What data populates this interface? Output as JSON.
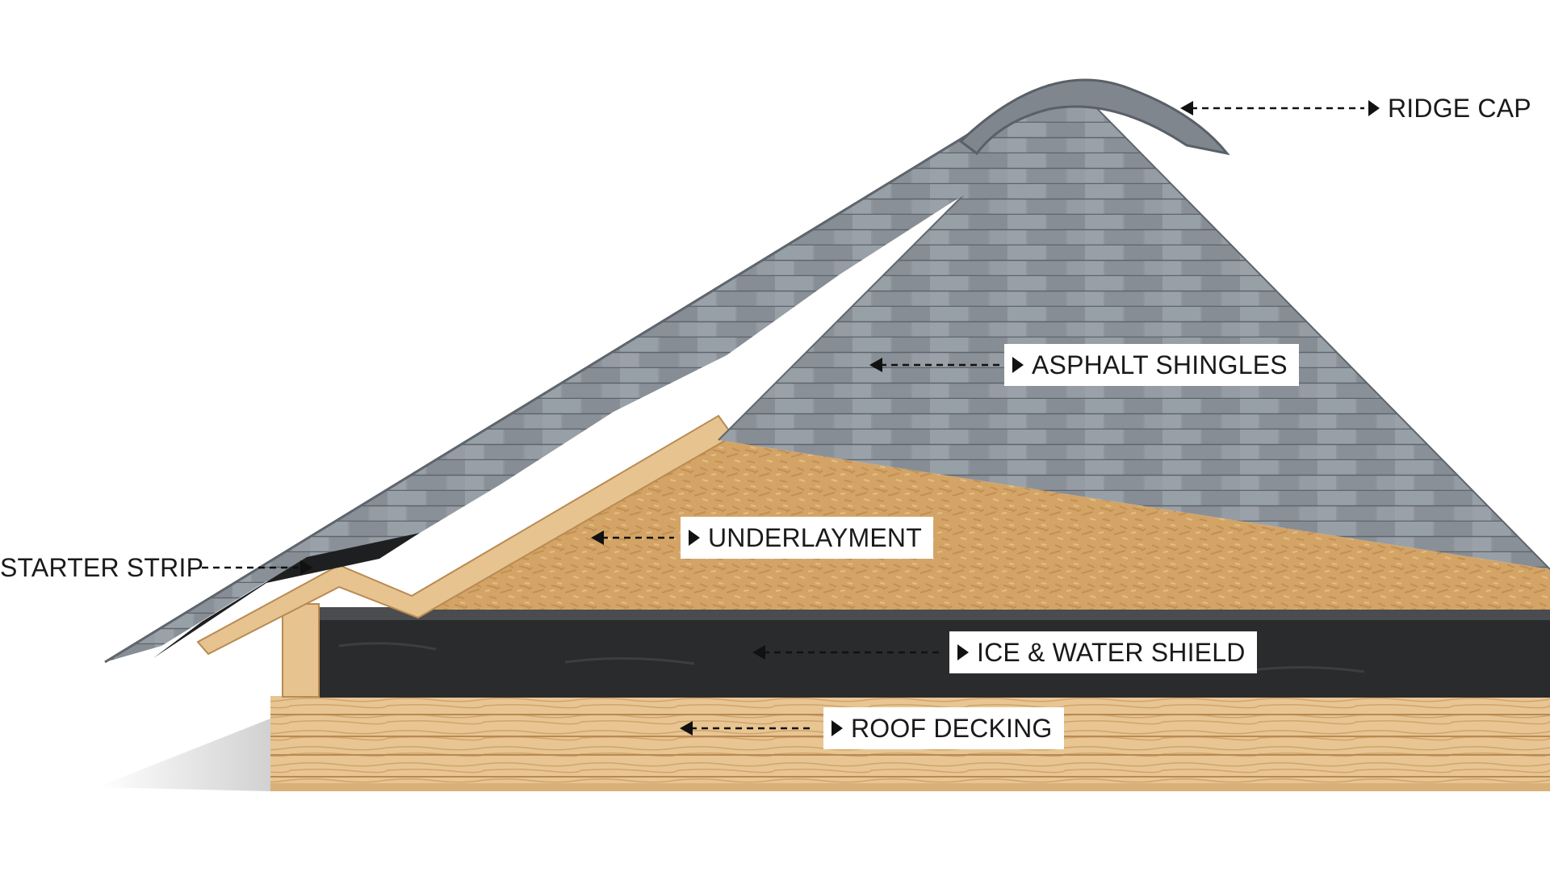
{
  "labels": {
    "ridge_cap": "RIDGE CAP",
    "asphalt_shingles": "ASPHALT SHINGLES",
    "underlayment": "UNDERLAYMENT",
    "starter_strip": "STARTER STRIP",
    "ice_water_shield": "ICE & WATER SHIELD",
    "roof_decking": "ROOF DECKING"
  },
  "colors": {
    "shingle": "#8f959c",
    "shingle_dark": "#6b7178",
    "osb": "#d4a466",
    "membrane": "#2a2b2d",
    "lumber": "#e6c38f",
    "leader": "#111111"
  },
  "icons": {
    "pointer": "triangle-right-icon",
    "leader": "dashed-arrow-icon"
  }
}
